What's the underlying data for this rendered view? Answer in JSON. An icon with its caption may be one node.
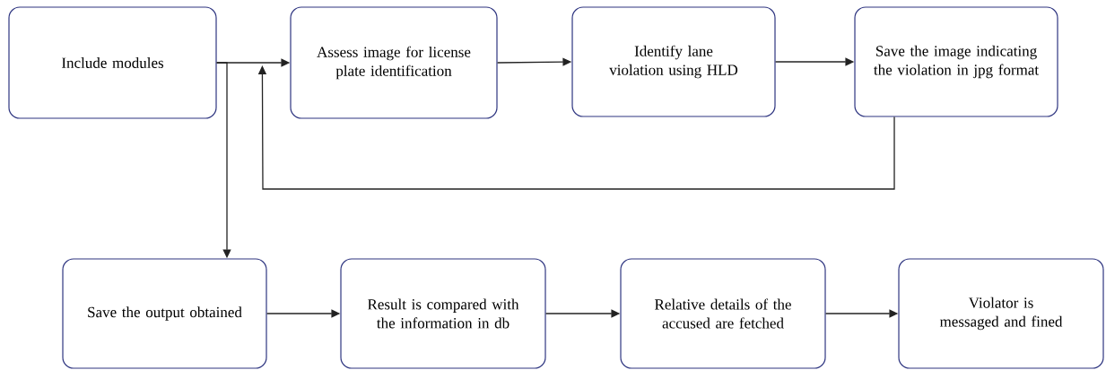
{
  "diagram": {
    "nodes": [
      {
        "text": [
          "Include modules"
        ]
      },
      {
        "text": [
          "Assess image for license plate identification"
        ]
      },
      {
        "text": [
          "Identify lane violation using HLD"
        ]
      },
      {
        "text": [
          "Save the image indicating the violation in jpg format"
        ]
      },
      {
        "text": [
          "Save the output obtained"
        ]
      },
      {
        "text": [
          "Result is compared with the information in db"
        ]
      },
      {
        "text": [
          "Relative details of the accused are fetched"
        ]
      },
      {
        "text": [
          "Violator is messaged and fined"
        ]
      }
    ],
    "edges": [
      {
        "from": 0,
        "to": 1,
        "arrow": "to"
      },
      {
        "from": 0,
        "to": 4,
        "arrow": "to"
      },
      {
        "from": 1,
        "to": 2,
        "arrow": "to"
      },
      {
        "from": 2,
        "to": 3,
        "arrow": "to"
      },
      {
        "from": 3,
        "to": 1,
        "arrow": "to"
      },
      {
        "from": 4,
        "to": 5,
        "arrow": "to"
      },
      {
        "from": 5,
        "to": 6,
        "arrow": "to"
      },
      {
        "from": 6,
        "to": 7,
        "arrow": "to"
      }
    ]
  }
}
